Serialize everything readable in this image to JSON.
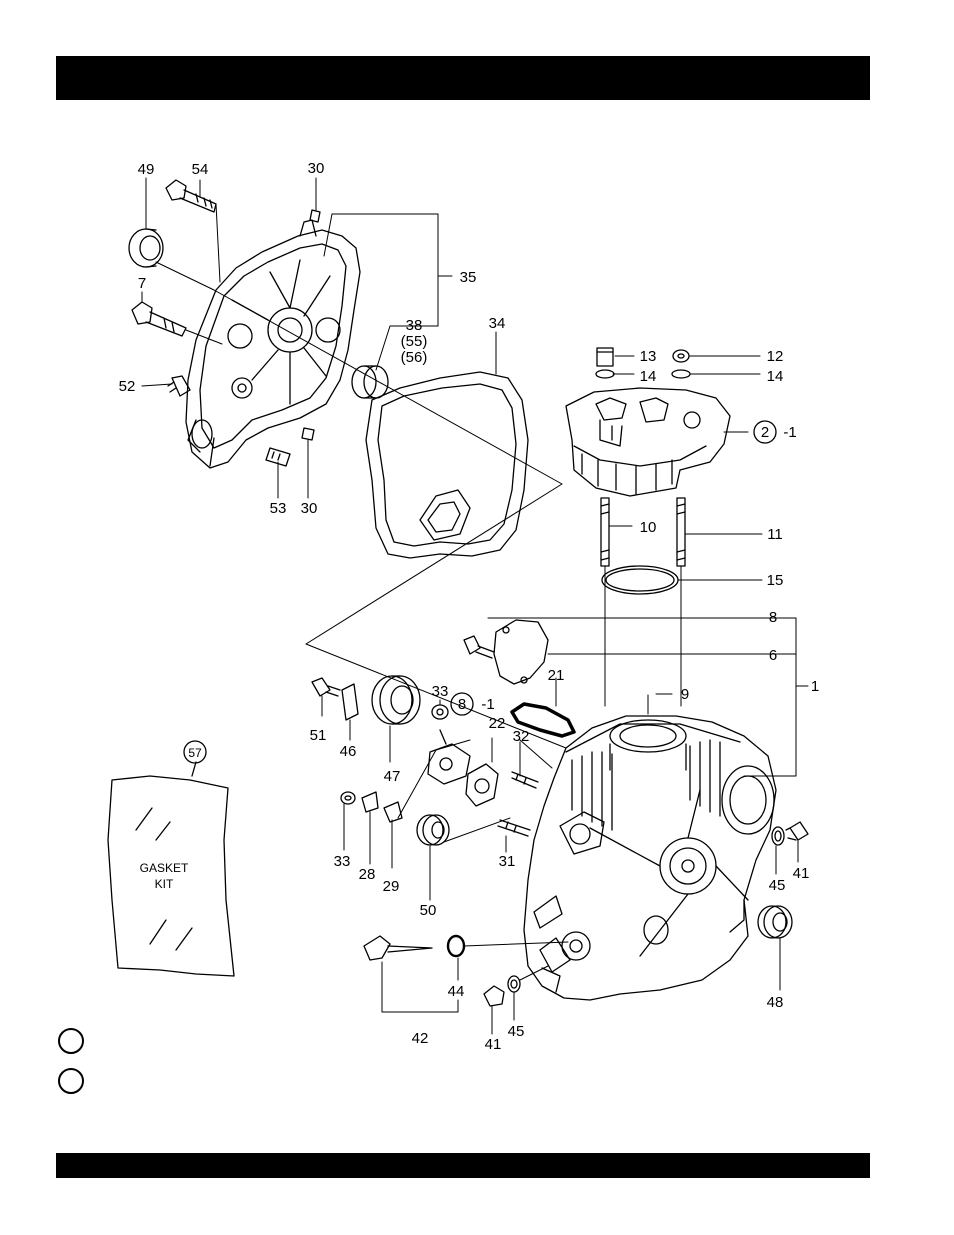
{
  "header": {
    "title": ""
  },
  "footer": {
    "text": ""
  },
  "diagram": {
    "labels": [
      "1",
      "2",
      "-1",
      "6",
      "7",
      "8",
      "9",
      "10",
      "11",
      "12",
      "13",
      "14",
      "15",
      "21",
      "22",
      "28",
      "29",
      "30",
      "31",
      "32",
      "33",
      "34",
      "35",
      "38",
      "(55)",
      "(56)",
      "41",
      "42",
      "44",
      "45",
      "46",
      "47",
      "48",
      "49",
      "50",
      "51",
      "52",
      "53",
      "54",
      "57"
    ],
    "gasket_kit": {
      "line1": "GASKET",
      "line2": "KIT"
    }
  },
  "legend": [
    {
      "marker": "",
      "text": ""
    },
    {
      "marker": "",
      "text": ""
    }
  ],
  "colors": {
    "ink": "#000000",
    "background": "#ffffff"
  }
}
